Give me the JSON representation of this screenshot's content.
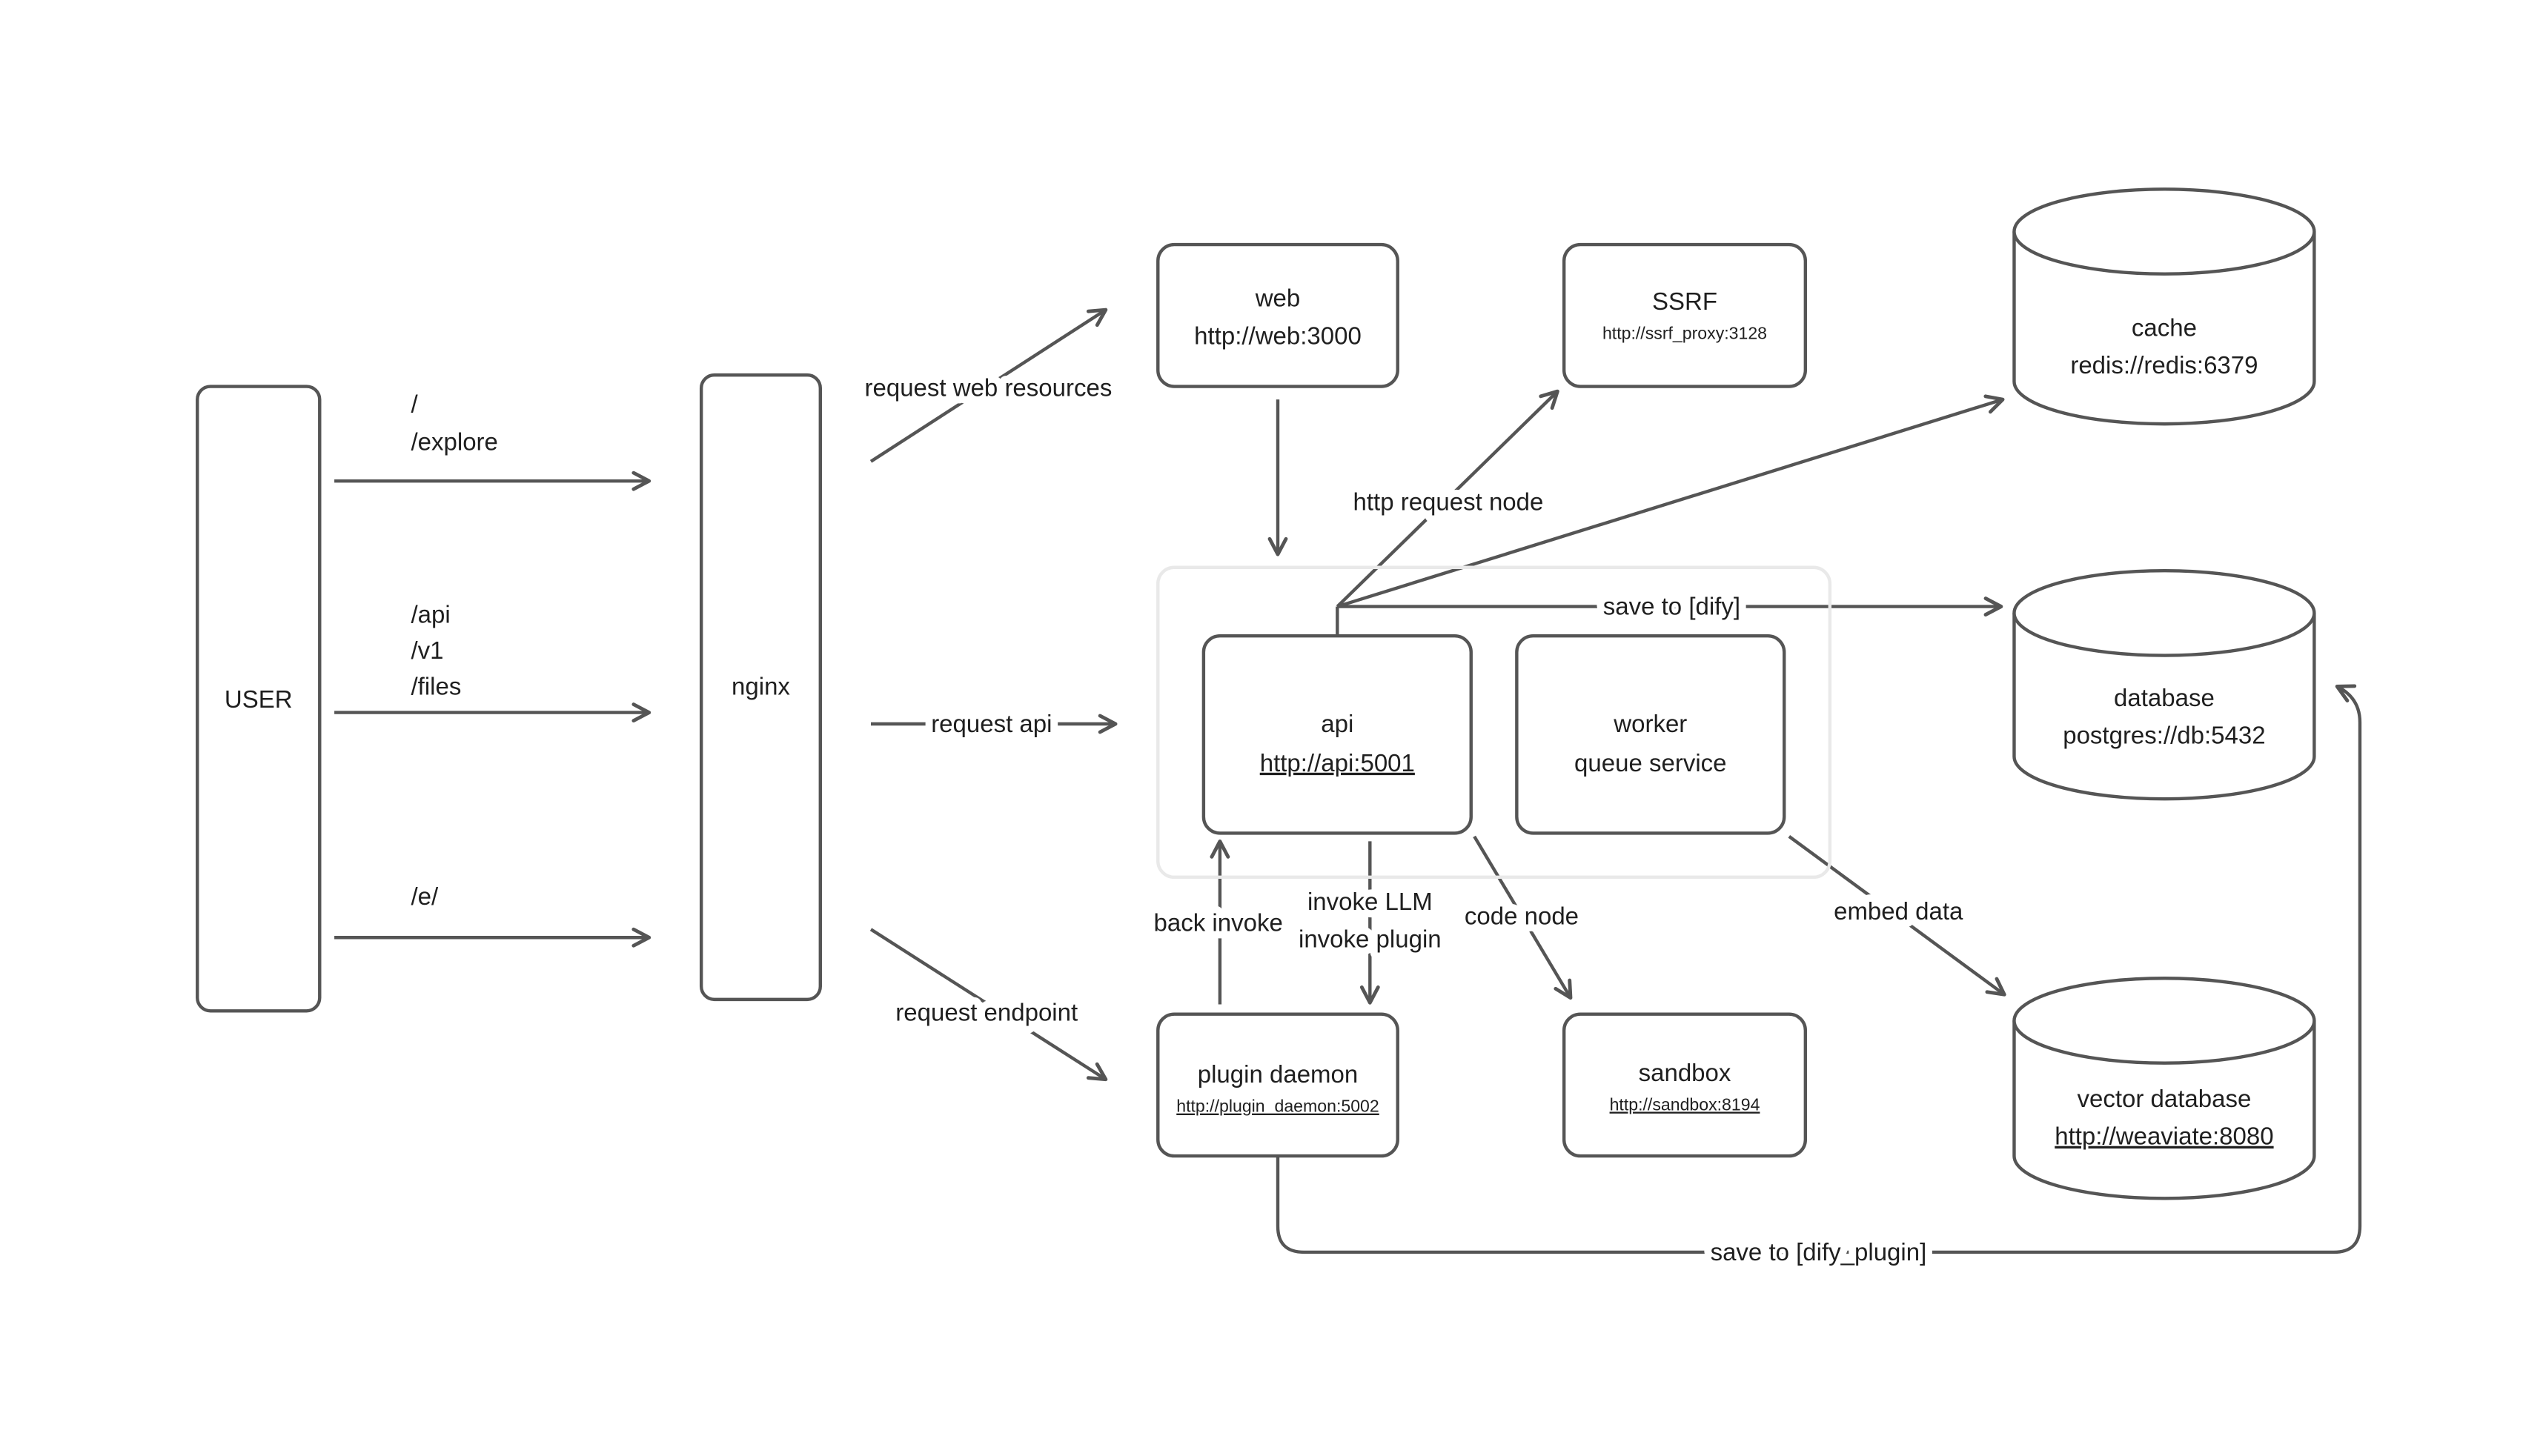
{
  "diagram": {
    "colors": {
      "background": "#ffffff",
      "line": "#555555",
      "text": "#1f1f1f",
      "group_border": "#e9e9e9"
    },
    "nodes": {
      "user": {
        "label": "USER"
      },
      "nginx": {
        "label": "nginx"
      },
      "web": {
        "title": "web",
        "url": "http://web:3000"
      },
      "ssrf": {
        "title": "SSRF",
        "url": "http://ssrf_proxy:3128"
      },
      "cache": {
        "title": "cache",
        "url": "redis://redis:6379"
      },
      "api": {
        "title": "api",
        "url": "http://api:5001"
      },
      "worker": {
        "title": "worker",
        "subtitle": "queue service"
      },
      "database": {
        "title": "database",
        "url": "postgres://db:5432"
      },
      "plugin_daemon": {
        "title": "plugin daemon",
        "url": "http://plugin_daemon:5002"
      },
      "sandbox": {
        "title": "sandbox",
        "url": "http://sandbox:8194"
      },
      "vector_database": {
        "title": "vector database",
        "url": "http://weaviate:8080"
      }
    },
    "routes": {
      "web_paths": [
        "/",
        "/explore"
      ],
      "api_paths": [
        "/api",
        "/v1",
        "/files"
      ],
      "plugin_paths": [
        "/e/"
      ]
    },
    "edges": {
      "request_web": "request web resources",
      "request_api": "request api",
      "request_endpoint": "request endpoint",
      "http_request_node": "http request node",
      "save_to_dify": "save to [dify]",
      "back_invoke": "back invoke",
      "invoke_llm": "invoke LLM",
      "invoke_plugin": "invoke plugin",
      "code_node": "code node",
      "embed_data": "embed data",
      "save_to_dify_plugin": "save to [dify_plugin]"
    }
  }
}
